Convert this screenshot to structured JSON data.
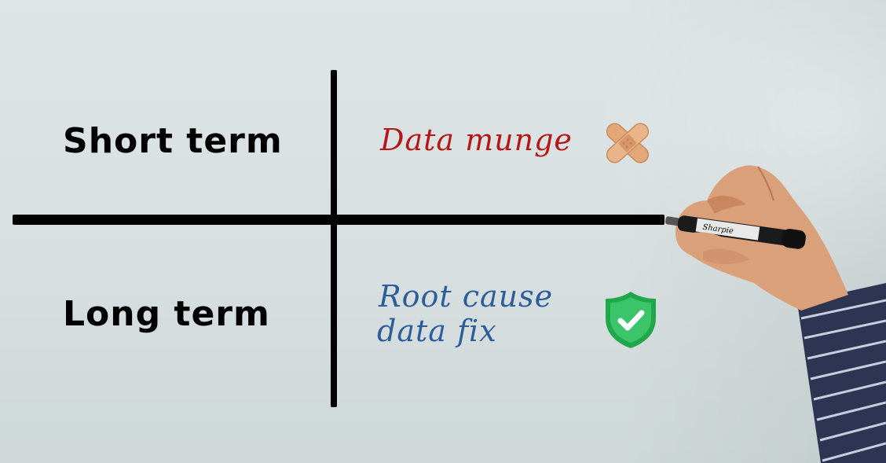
{
  "rows": [
    {
      "label": "Short term",
      "action": "Data munge",
      "icon": "bandage-icon"
    },
    {
      "label": "Long term",
      "action_lines": [
        "Root cause",
        "data fix"
      ],
      "icon": "shield-check-icon"
    }
  ],
  "colors": {
    "short_term_text": "#b81616",
    "long_term_text": "#2c5d9a",
    "shield": "#1fa84a",
    "bandage": "#e2a878",
    "background": "#dde5e6",
    "lines": "#000000"
  }
}
